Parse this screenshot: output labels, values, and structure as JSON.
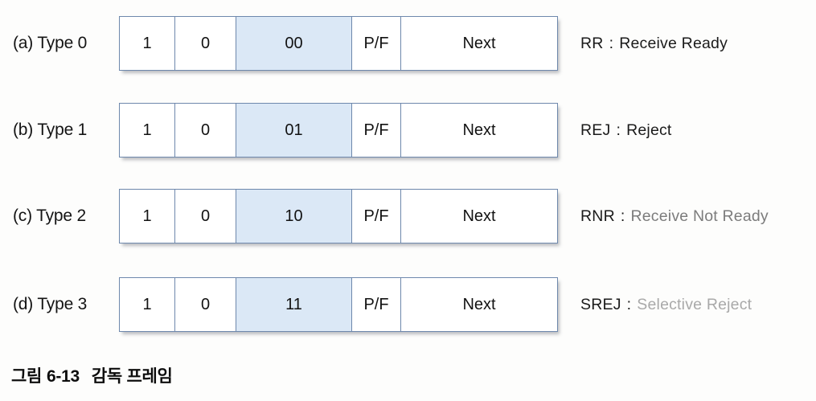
{
  "figure": {
    "caption_prefix": "그림",
    "caption_number": "6-13",
    "caption_title": "감독 프레임",
    "colors": {
      "frame_border": "#6e88ac",
      "code_field_fill": "#dbe8f6",
      "page_background": "#fdfdfc",
      "text": "#1a1a1a"
    },
    "field_headers": [
      "bit1",
      "bit2",
      "type-code",
      "poll-final",
      "next"
    ]
  },
  "rows": [
    {
      "id": "type0",
      "label": "(a) Type 0",
      "fields": {
        "bit1": "1",
        "bit2": "0",
        "code": "00",
        "pf": "P/F",
        "next": "Next"
      },
      "legend": {
        "abbr": "RR",
        "separator": ":",
        "expansion": "Receive Ready"
      }
    },
    {
      "id": "type1",
      "label": "(b) Type 1",
      "fields": {
        "bit1": "1",
        "bit2": "0",
        "code": "01",
        "pf": "P/F",
        "next": "Next"
      },
      "legend": {
        "abbr": "REJ",
        "separator": ":",
        "expansion": "Reject"
      }
    },
    {
      "id": "type2",
      "label": "(c) Type 2",
      "fields": {
        "bit1": "1",
        "bit2": "0",
        "code": "10",
        "pf": "P/F",
        "next": "Next"
      },
      "legend": {
        "abbr": "RNR",
        "separator": ":",
        "expansion": "Receive Not Ready"
      }
    },
    {
      "id": "type3",
      "label": "(d) Type 3",
      "fields": {
        "bit1": "1",
        "bit2": "0",
        "code": "11",
        "pf": "P/F",
        "next": "Next"
      },
      "legend": {
        "abbr": "SREJ",
        "separator": ":",
        "expansion": "Selective Reject"
      }
    }
  ]
}
